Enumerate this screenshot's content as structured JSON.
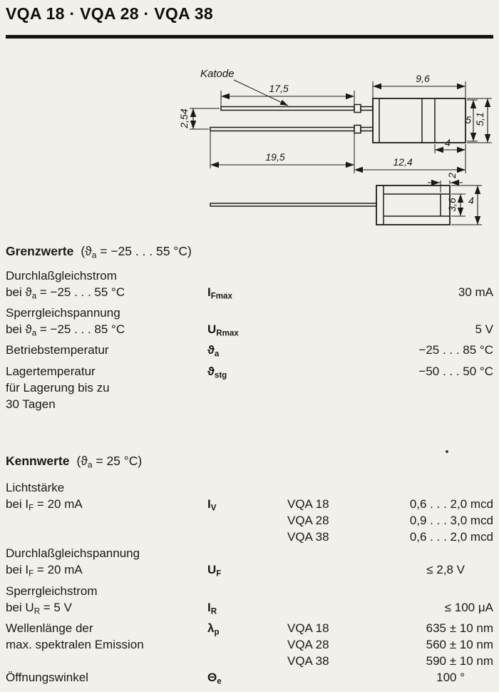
{
  "header": {
    "title": "VQA 18 · VQA 28 · VQA 38"
  },
  "drawing": {
    "katode_label": "Katode",
    "dims": {
      "lead_length_top": "17,5",
      "body_top_width": "9,6",
      "lead_spacing": "2,54",
      "body_height_inner": "5",
      "body_height_outer": "5,1",
      "tip_length": "4",
      "lead_length_bottom": "19,5",
      "body_side_length": "12,4",
      "notch_width": "2",
      "inner_height": "3,6",
      "outer_height": "4"
    }
  },
  "grenzwerte": {
    "title": "Grenzwerte",
    "cond_pre": "(ϑ",
    "cond_sub": "a",
    "cond_post": " = −25 . . . 55 °C)",
    "rows": [
      {
        "lines": [
          "Durchlaßgleichstrom",
          {
            "pre": "bei ϑ",
            "sub": "a",
            "post": " = −25 . . . 55 °C"
          }
        ],
        "symbol": {
          "base": "I",
          "sub": "Fmax"
        },
        "value": "30 mA"
      },
      {
        "lines": [
          "Sperrgleichspannung",
          {
            "pre": "bei ϑ",
            "sub": "a",
            "post": " = −25 . . . 85 °C"
          }
        ],
        "symbol": {
          "base": "U",
          "sub": "Rmax"
        },
        "value": "5 V"
      },
      {
        "lines": [
          "Betriebstemperatur"
        ],
        "symbol": {
          "base": "ϑ",
          "sub": "a"
        },
        "value": "−25 . . . 85 °C"
      },
      {
        "lines": [
          "Lagertemperatur",
          "für Lagerung bis zu",
          "30 Tagen"
        ],
        "symbol": {
          "base": "ϑ",
          "sub": "stg"
        },
        "value": "−50 . . . 50 °C"
      }
    ]
  },
  "kennwerte": {
    "title": "Kennwerte",
    "cond_pre": "(ϑ",
    "cond_sub": "a",
    "cond_post": " = 25 °C)",
    "rows": [
      {
        "lines": [
          "Lichtstärke",
          {
            "pre": "bei I",
            "sub": "F",
            "post": " = 20 mA"
          }
        ],
        "symbol": {
          "base": "I",
          "sub": "V"
        },
        "variants": [
          {
            "name": "VQA 18",
            "value": "0,6 . . . 2,0 mcd"
          },
          {
            "name": "VQA 28",
            "value": "0,9 . . . 3,0 mcd"
          },
          {
            "name": "VQA 38",
            "value": "0,6 . . . 2,0 mcd"
          }
        ]
      },
      {
        "lines": [
          "Durchlaßgleichspannung",
          {
            "pre": "bei I",
            "sub": "F",
            "post": " = 20 mA"
          }
        ],
        "symbol": {
          "base": "U",
          "sub": "F"
        },
        "value": "≤ 2,8 V"
      },
      {
        "lines": [
          "Sperrgleichstrom",
          {
            "pre": "bei U",
            "sub": "R",
            "post": " = 5 V"
          }
        ],
        "symbol": {
          "base": "I",
          "sub": "R"
        },
        "value": "≤ 100 μA"
      },
      {
        "lines": [
          "Wellenlänge der",
          "max. spektralen Emission"
        ],
        "symbol": {
          "base": "λ",
          "sub": "p"
        },
        "variants": [
          {
            "name": "VQA 18",
            "value": "635 ± 10 nm"
          },
          {
            "name": "VQA 28",
            "value": "560 ± 10 nm"
          },
          {
            "name": "VQA 38",
            "value": "590 ± 10 nm"
          }
        ]
      },
      {
        "lines": [
          "Öffnungswinkel"
        ],
        "symbol": {
          "base": "Θ",
          "sub": "e"
        },
        "value": "100 °"
      }
    ]
  }
}
